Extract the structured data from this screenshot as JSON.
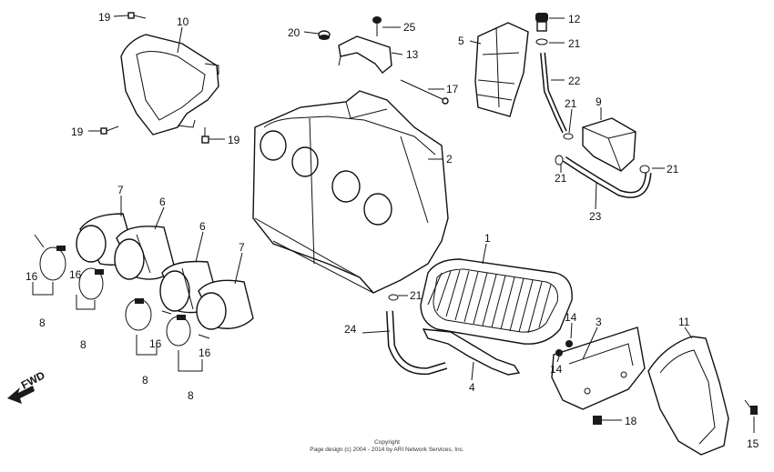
{
  "diagram": {
    "labels": {
      "p1": "1",
      "p2": "2",
      "p3": "3",
      "p4": "4",
      "p5": "5",
      "p6a": "6",
      "p6b": "6",
      "p7a": "7",
      "p7b": "7",
      "p8a": "8",
      "p8b": "8",
      "p8c": "8",
      "p8d": "8",
      "p9": "9",
      "p10": "10",
      "p11": "11",
      "p12": "12",
      "p13": "13",
      "p14a": "14",
      "p14b": "14",
      "p15": "15",
      "p16a": "16",
      "p16b": "16",
      "p16c": "16",
      "p16d": "16",
      "p17": "17",
      "p18": "18",
      "p19a": "19",
      "p19b": "19",
      "p19c": "19",
      "p20": "20",
      "p21a": "21",
      "p21b": "21",
      "p21c": "21",
      "p21d": "21",
      "p21e": "21",
      "p22": "22",
      "p23": "23",
      "p24": "24",
      "p25": "25"
    },
    "fwd_label": "FWD"
  },
  "footer": {
    "copyright_line1": "Copyright",
    "copyright_line2": "Page design (c) 2004 - 2014 by ARI Network Services, Inc."
  }
}
